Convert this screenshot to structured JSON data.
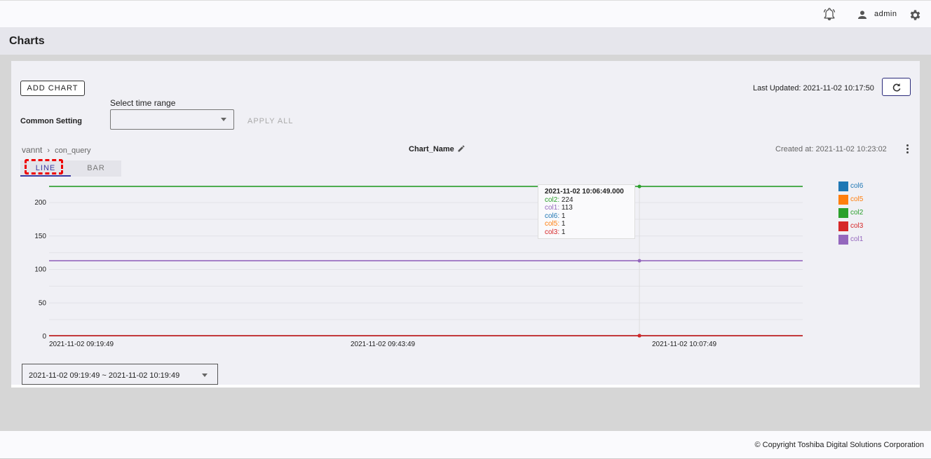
{
  "header": {
    "username": "admin"
  },
  "page_title": "Charts",
  "toolbar": {
    "add_chart": "ADD CHART",
    "last_updated": "Last Updated: 2021-11-02 10:17:50",
    "common_setting": "Common Setting",
    "time_range_label": "Select time range",
    "time_range_value": "",
    "apply_all": "APPLY ALL"
  },
  "chart_card": {
    "breadcrumb": [
      "vannt",
      "con_query"
    ],
    "chart_name": "Chart_Name",
    "created_at": "Created at: 2021-11-02 10:23:02",
    "tabs": [
      {
        "label": "LINE",
        "active": true
      },
      {
        "label": "BAR",
        "active": false
      }
    ],
    "range_select": "2021-11-02 09:19:49 ~ 2021-11-02 10:19:49"
  },
  "tooltip": {
    "title": "2021-11-02 10:06:49.000",
    "rows": [
      {
        "name": "col2",
        "value": "224",
        "color": "#2ca02c"
      },
      {
        "name": "col1",
        "value": "113",
        "color": "#9467bd"
      },
      {
        "name": "col6",
        "value": "1",
        "color": "#1f77b4"
      },
      {
        "name": "col5",
        "value": "1",
        "color": "#ff7f0e"
      },
      {
        "name": "col3",
        "value": "1",
        "color": "#d62728"
      }
    ]
  },
  "chart_data": {
    "type": "line",
    "x_range_minutes_from_start": [
      0,
      60
    ],
    "x_start": "2021-11-02 09:19:49",
    "x_ticks": [
      {
        "min": 0,
        "label": "2021-11-02 09:19:49"
      },
      {
        "min": 24,
        "label": "2021-11-02 09:43:49"
      },
      {
        "min": 48,
        "label": "2021-11-02 10:07:49"
      }
    ],
    "y_ticks": [
      0,
      50,
      100,
      150,
      200
    ],
    "ylim": [
      0,
      230
    ],
    "x": [
      0,
      47,
      58
    ],
    "hover_x": 47,
    "series": [
      {
        "name": "col6",
        "color": "#1f77b4",
        "values": [
          1,
          1,
          1
        ]
      },
      {
        "name": "col5",
        "color": "#ff7f0e",
        "values": [
          1,
          1,
          1
        ]
      },
      {
        "name": "col2",
        "color": "#2ca02c",
        "values": [
          224,
          224,
          224
        ]
      },
      {
        "name": "col3",
        "color": "#d62728",
        "values": [
          1,
          1,
          1
        ]
      },
      {
        "name": "col1",
        "color": "#9467bd",
        "values": [
          113,
          113,
          113
        ]
      }
    ],
    "legend": "right"
  },
  "footer": "© Copyright Toshiba Digital Solutions Corporation"
}
